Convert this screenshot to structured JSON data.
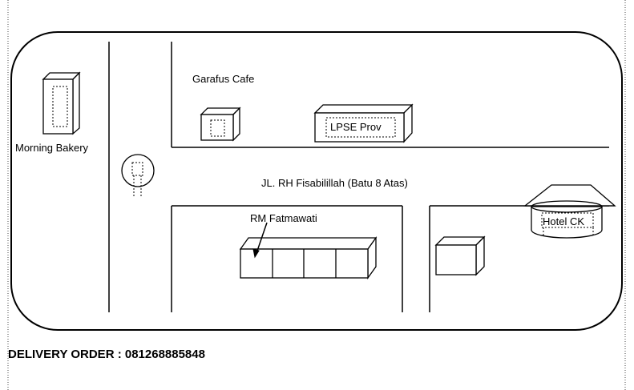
{
  "labels": {
    "morning_bakery": "Morning Bakery",
    "garafus_cafe": "Garafus Cafe",
    "lpse_prov": "LPSE Prov",
    "road_name": "JL. RH Fisabilillah (Batu 8 Atas)",
    "rm_fatmawati": "RM Fatmawati",
    "hotel_ck": "Hotel CK"
  },
  "delivery": "DELIVERY ORDER : 081268885848"
}
